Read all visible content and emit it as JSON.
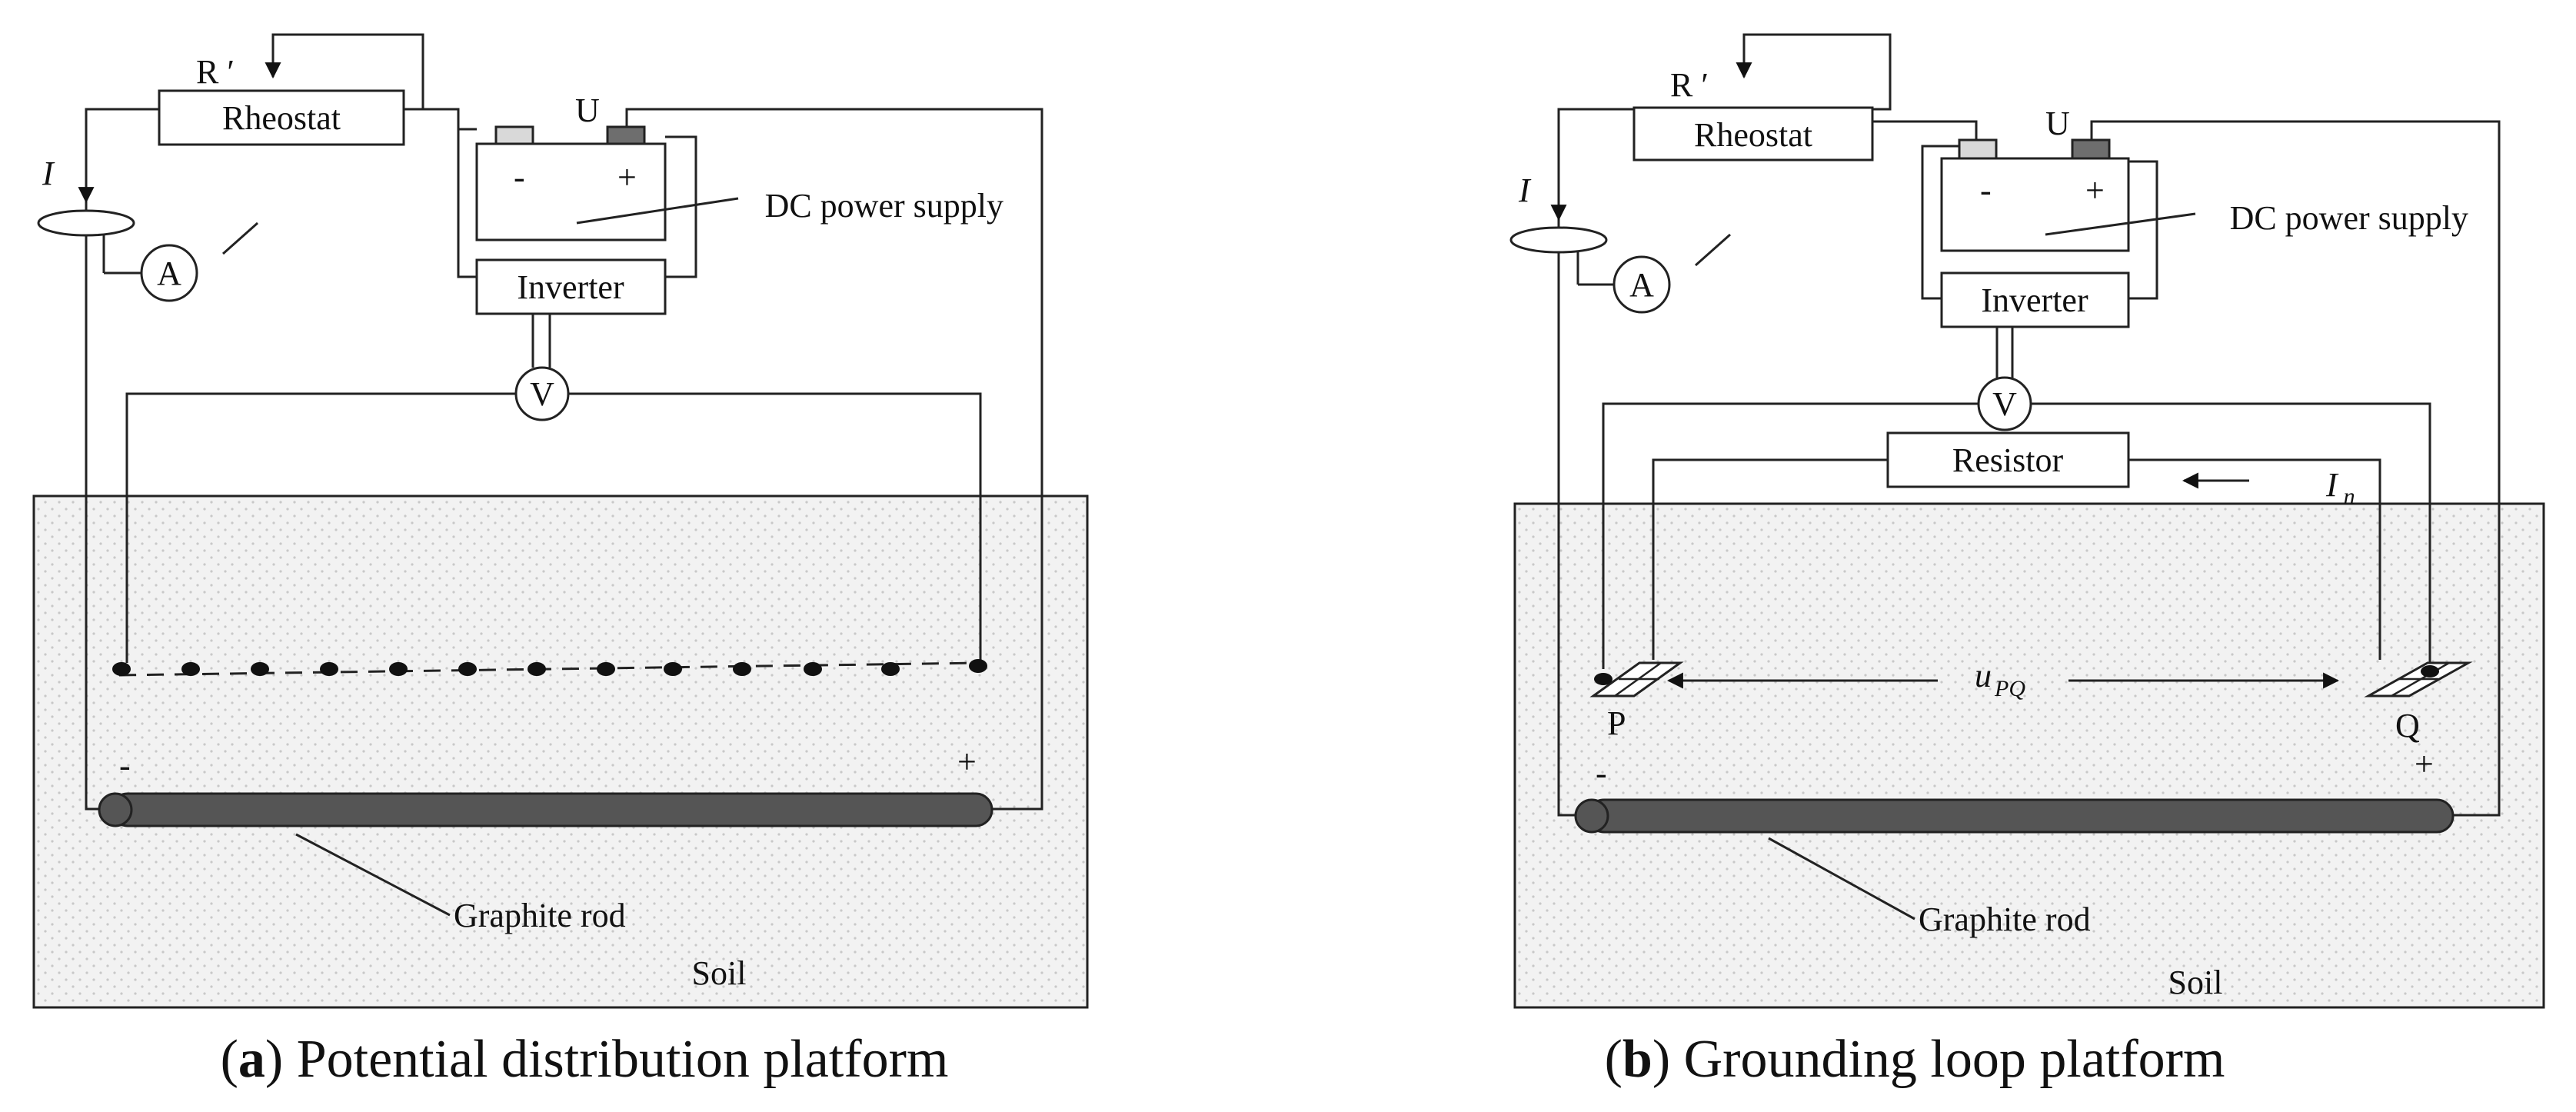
{
  "colors": {
    "soil_fill": "#f2f2f2",
    "soil_dots": "#c8c8c8",
    "rod_fill": "#555555",
    "terminal_neg": "#d9d9d9",
    "terminal_pos": "#6e6e6e"
  },
  "panel_a": {
    "caption_letter": "a",
    "caption_text": "Potential distribution platform",
    "rheostat_symbol": "R ′",
    "rheostat": "Rheostat",
    "voltage_symbol": "U",
    "current_symbol": "I",
    "supply_minus": "-",
    "supply_plus": "+",
    "power_supply": "DC power supply",
    "inverter": "Inverter",
    "ammeter": "A",
    "voltmeter": "V",
    "rod_minus": "-",
    "rod_plus": "+",
    "graphite_rod": "Graphite rod",
    "soil": "Soil"
  },
  "panel_b": {
    "caption_letter": "b",
    "caption_text": "Grounding loop platform",
    "rheostat_symbol": "R ′",
    "rheostat": "Rheostat",
    "voltage_symbol": "U",
    "current_symbol": "I",
    "supply_minus": "-",
    "supply_plus": "+",
    "power_supply": "DC power supply",
    "inverter": "Inverter",
    "ammeter": "A",
    "voltmeter": "V",
    "resistor": "Resistor",
    "loop_current": "I",
    "loop_current_sub": "n",
    "potential_diff": "u",
    "potential_diff_sub": "PQ",
    "point_p": "P",
    "point_q": "Q",
    "rod_minus": "-",
    "rod_plus": "+",
    "graphite_rod": "Graphite rod",
    "soil": "Soil"
  }
}
